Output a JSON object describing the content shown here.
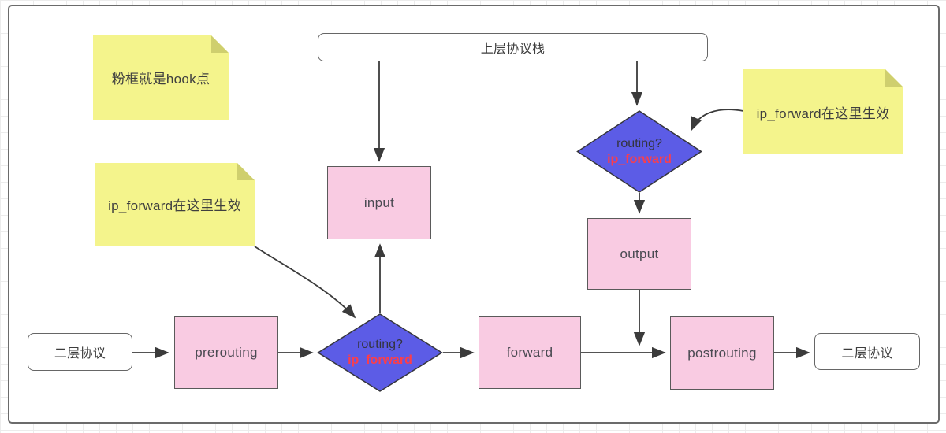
{
  "nodes": {
    "protocol_stack": {
      "label": "上层协议栈"
    },
    "l2_left": {
      "label": "二层协议"
    },
    "prerouting": {
      "label": "prerouting"
    },
    "routing_bottom": {
      "label": "routing?",
      "sublabel": "ip_forward"
    },
    "forward": {
      "label": "forward"
    },
    "postrouting": {
      "label": "postrouting"
    },
    "l2_right": {
      "label": "二层协议"
    },
    "input": {
      "label": "input"
    },
    "output": {
      "label": "output"
    },
    "routing_top": {
      "label": "routing?",
      "sublabel": "ip_forward"
    }
  },
  "notes": {
    "hook": {
      "text": "粉框就是hook点"
    },
    "ipforward_left": {
      "text": "ip_forward在这里生效"
    },
    "ipforward_right": {
      "text": "ip_forward在这里生效"
    }
  },
  "colors": {
    "hook_fill": "#F9CBE2",
    "hook_border": "#5A5A5A",
    "decision_fill": "#5C5CE6",
    "decision_border": "#36363C",
    "note_fill": "#F4F48C",
    "note_fold": "#CFCF6E",
    "terminal_fill": "#FFFFFF",
    "terminal_border": "#666666",
    "highlight": "#FB3E4B",
    "line": "#3B3B3B",
    "canvas_border": "#6B6B6B",
    "text": "#4A4A52"
  }
}
